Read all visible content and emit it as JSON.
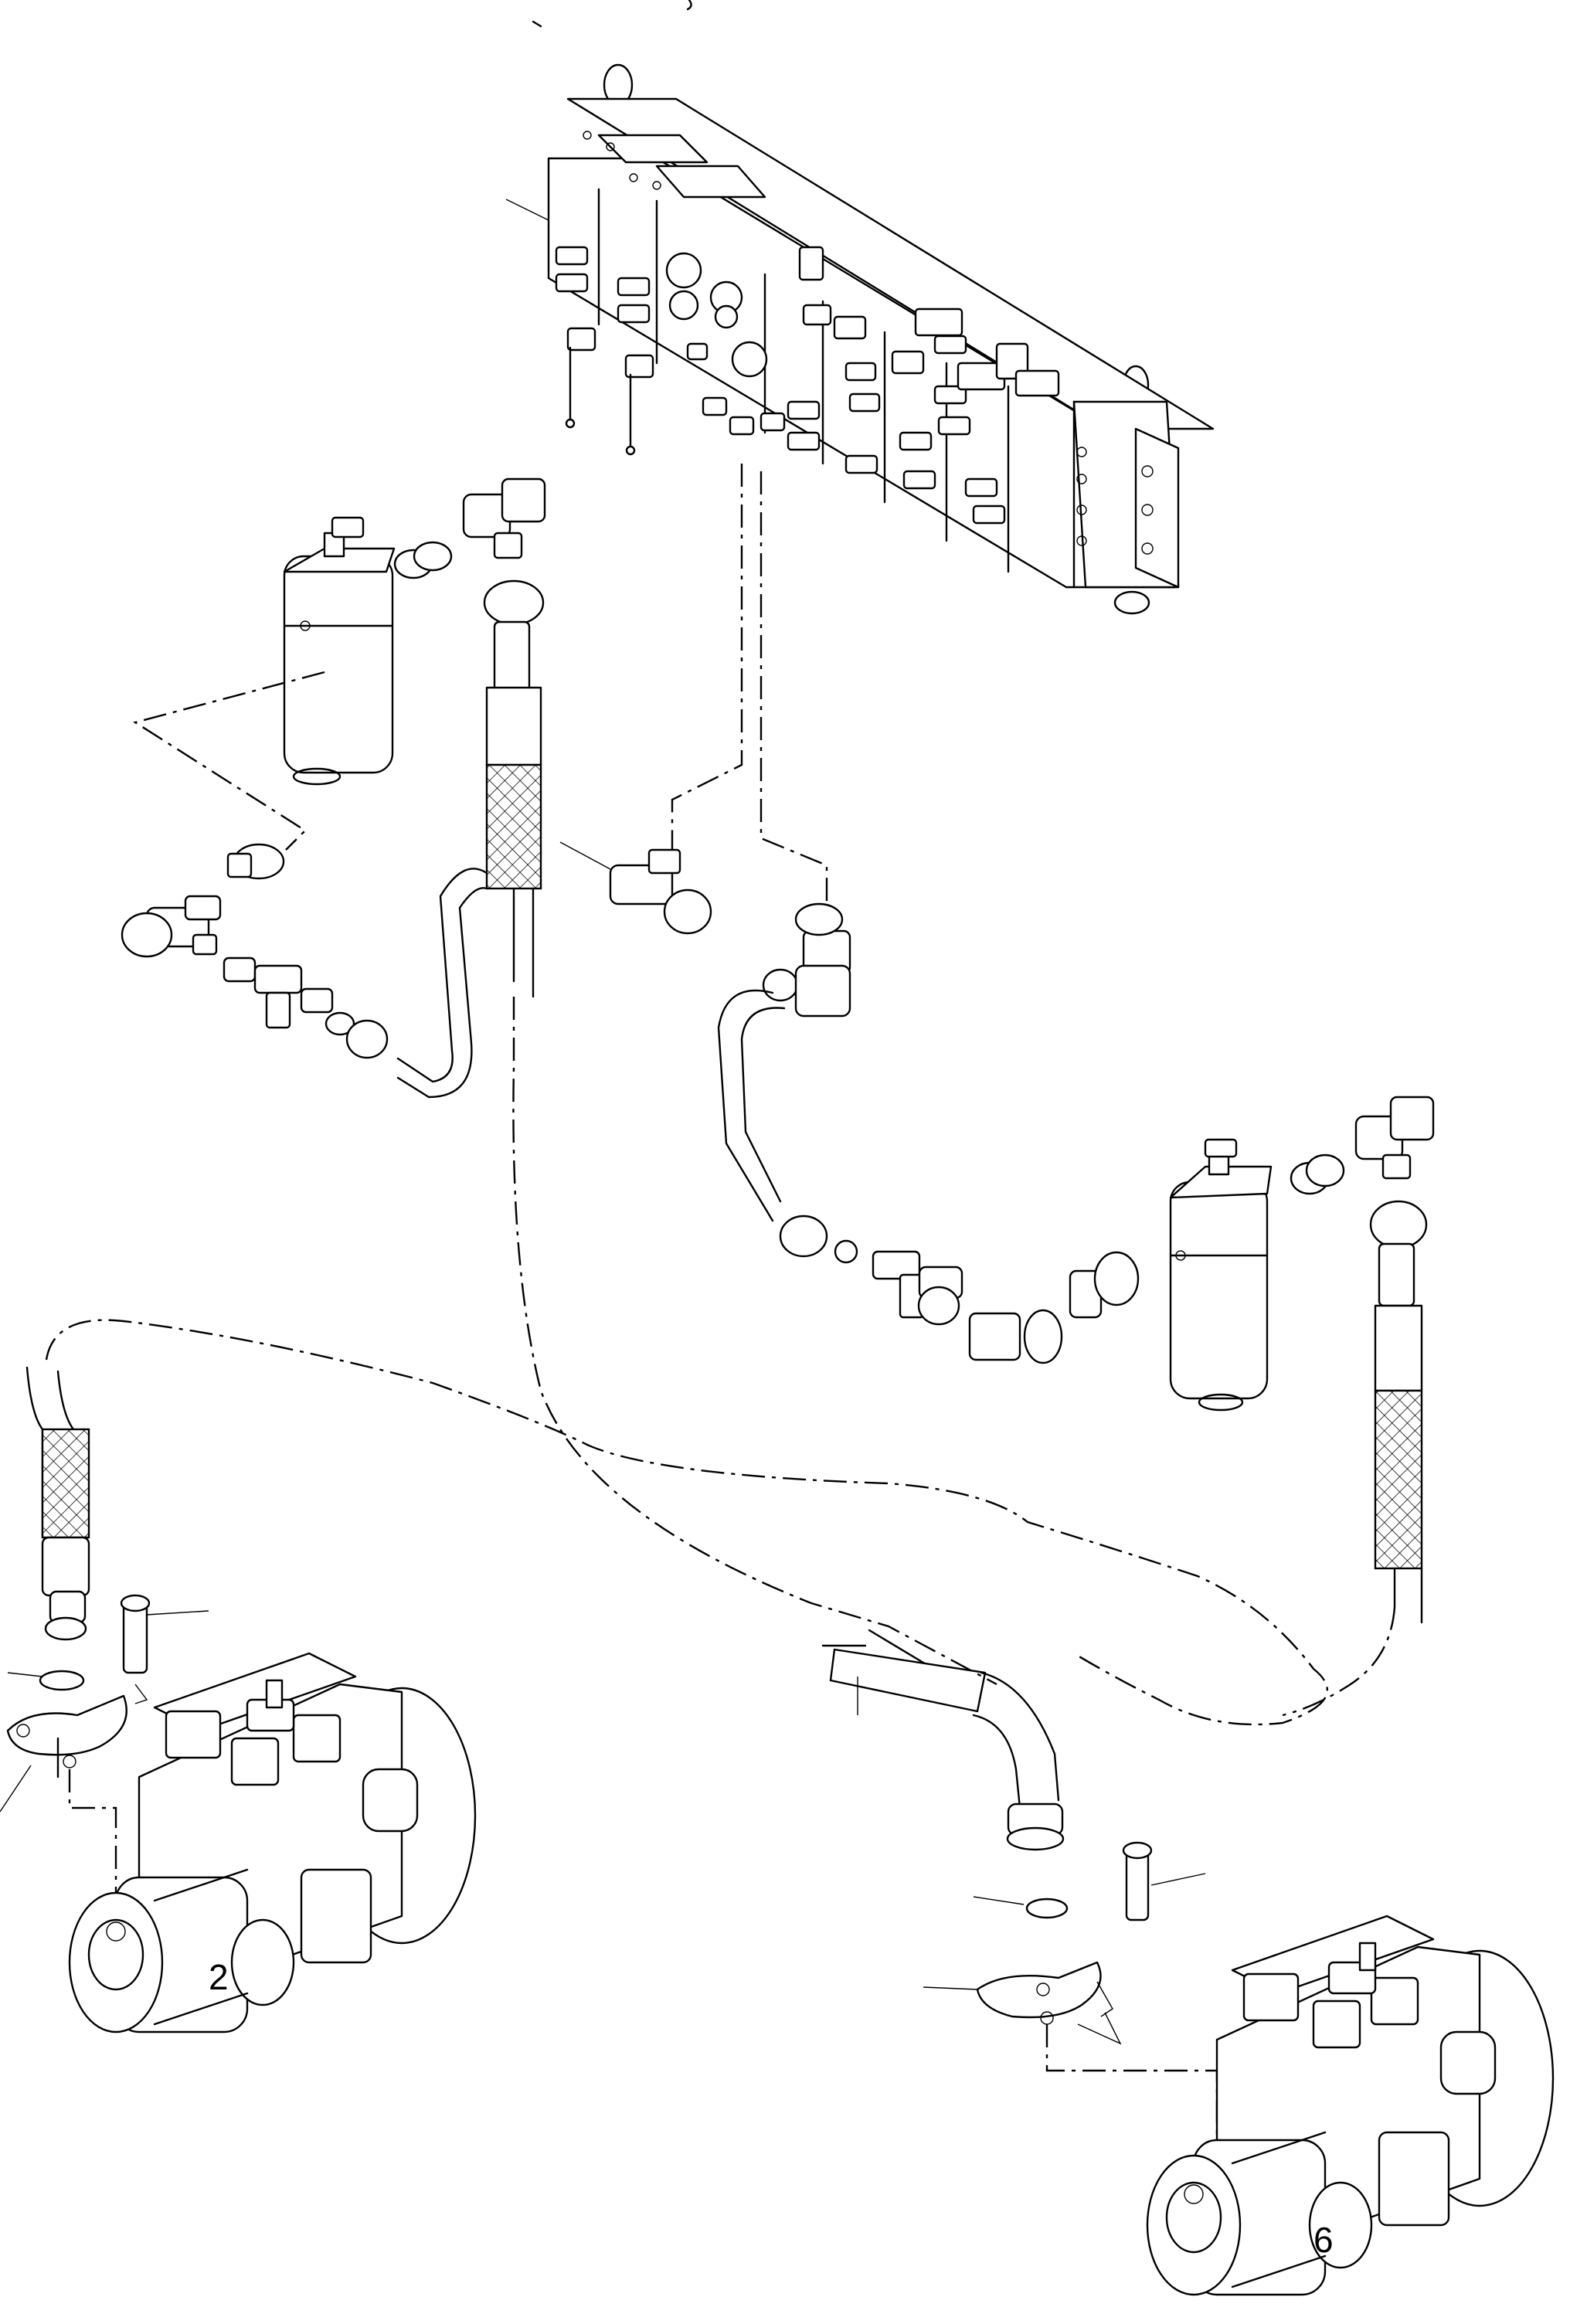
{
  "drawing": {
    "callouts": [
      {
        "id": "engine-left",
        "text": "2"
      },
      {
        "id": "engine-right",
        "text": "6"
      }
    ]
  }
}
